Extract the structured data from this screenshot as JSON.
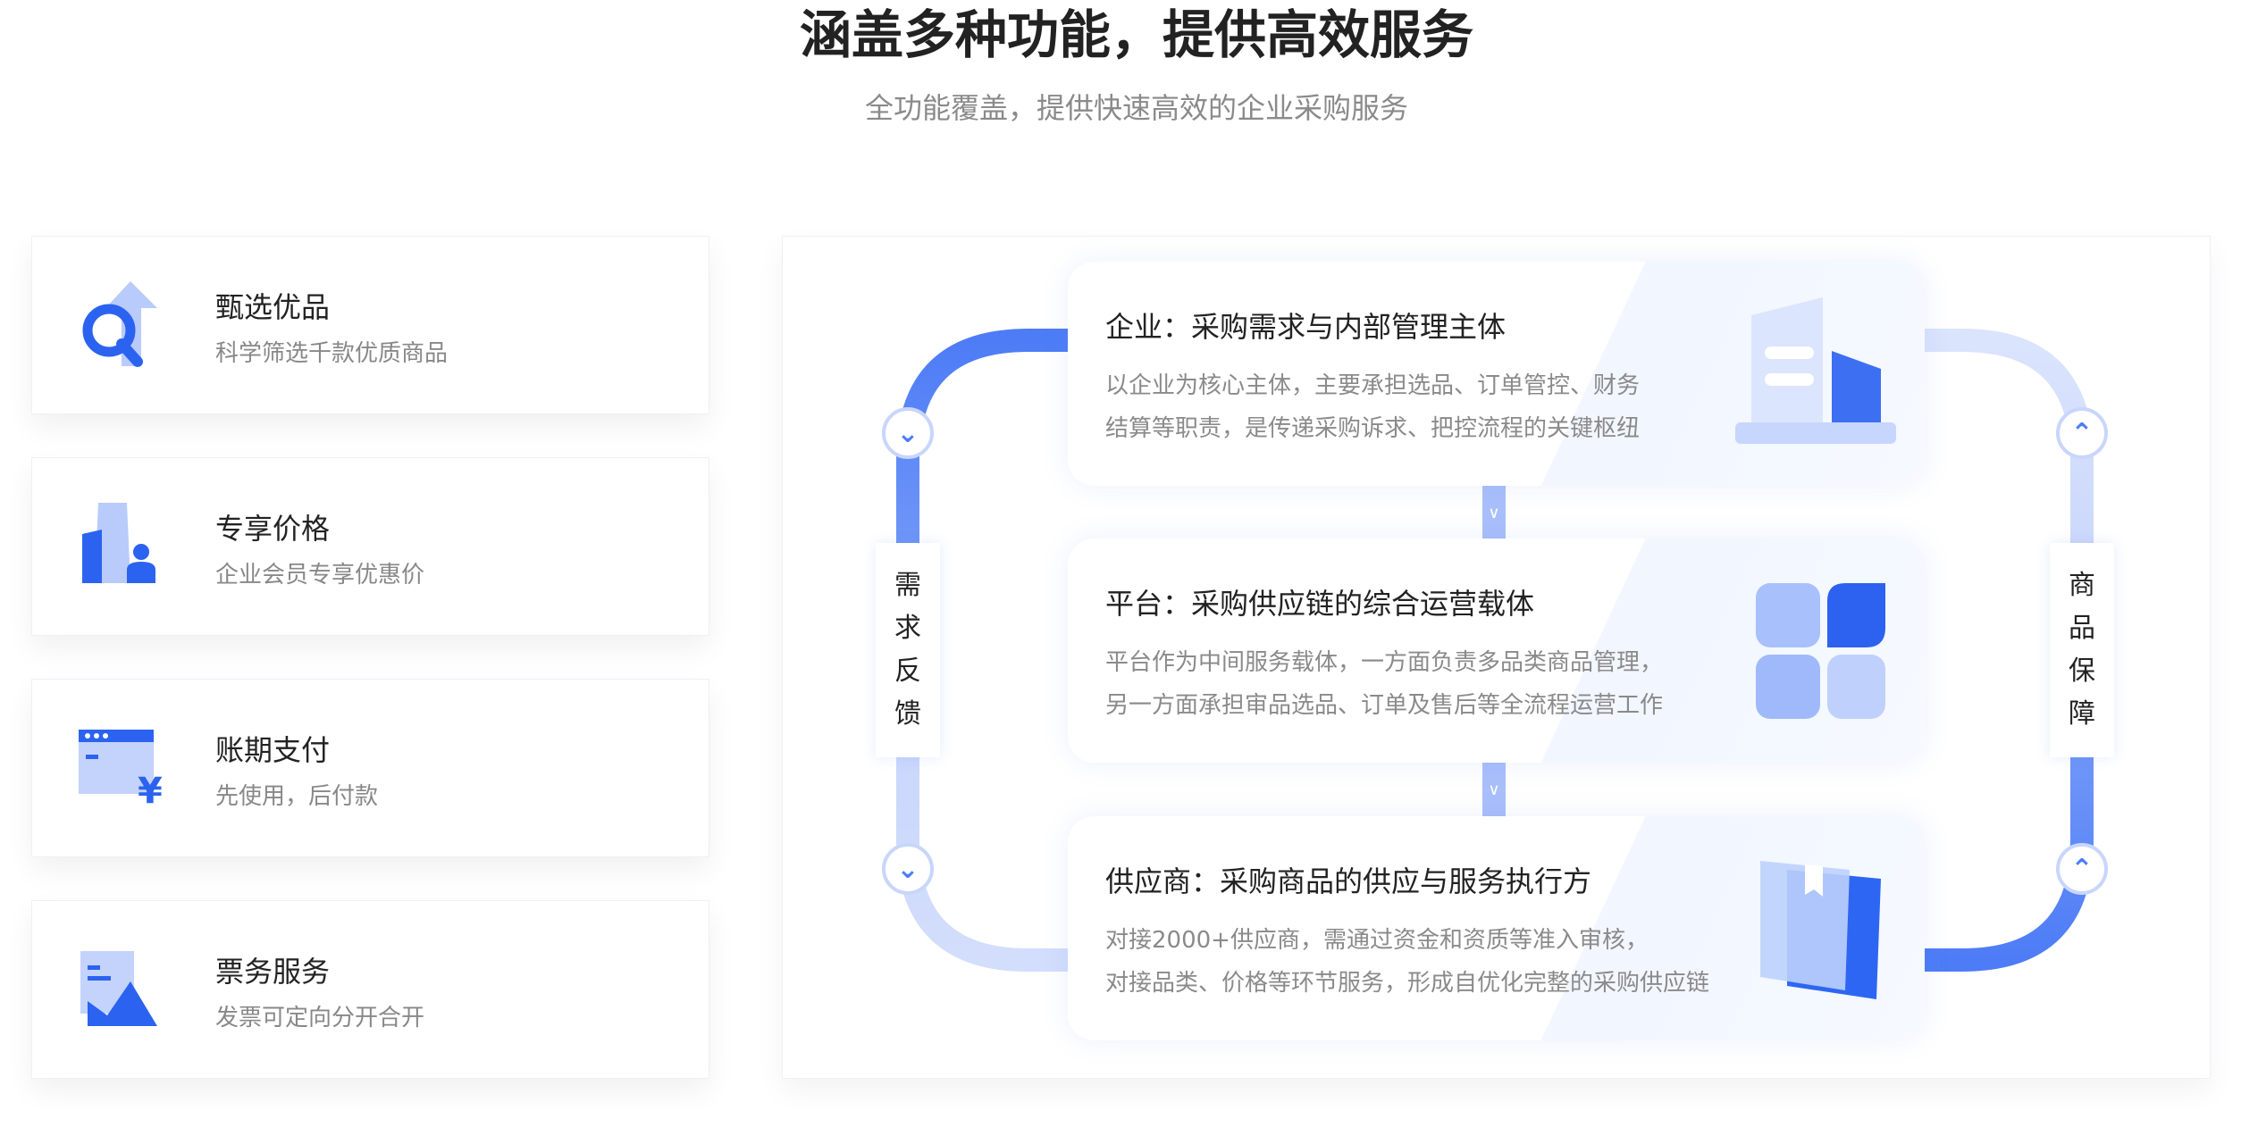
{
  "header": {
    "title": "涵盖多种功能，提供高效服务",
    "subtitle": "全功能覆盖，提供快速高效的企业采购服务"
  },
  "features": [
    {
      "title": "甄选优品",
      "desc": "科学筛选千款优质商品",
      "icon": "search-arrow-icon"
    },
    {
      "title": "专享价格",
      "desc": "企业会员专享优惠价",
      "icon": "member-price-icon"
    },
    {
      "title": "账期支付",
      "desc": "先使用，后付款",
      "icon": "payment-icon"
    },
    {
      "title": "票务服务",
      "desc": "发票可定向分开合开",
      "icon": "invoice-icon"
    }
  ],
  "flow": {
    "left_label": [
      "需",
      "求",
      "反",
      "馈"
    ],
    "right_label": [
      "商",
      "品",
      "保",
      "障"
    ],
    "cards": [
      {
        "title": "企业：采购需求与内部管理主体",
        "desc1": "以企业为核心主体，主要承担选品、订单管控、财务",
        "desc2": "结算等职责，是传递采购诉求、把控流程的关键枢纽",
        "icon": "building-icon"
      },
      {
        "title": "平台：采购供应链的综合运营载体",
        "desc1": "平台作为中间服务载体，一方面负责多品类商品管理，",
        "desc2": "另一方面承担审品选品、订单及售后等全流程运营工作",
        "icon": "grid-platform-icon"
      },
      {
        "title": "供应商：采购商品的供应与服务执行方",
        "desc1": "对接2000+供应商，需通过资金和资质等准入审核，",
        "desc2": "对接品类、价格等环节服务，形成自优化完整的采购供应链",
        "icon": "book-icon"
      }
    ]
  },
  "colors": {
    "accent": "#4d7cf6",
    "light": "#c7d4fb"
  }
}
